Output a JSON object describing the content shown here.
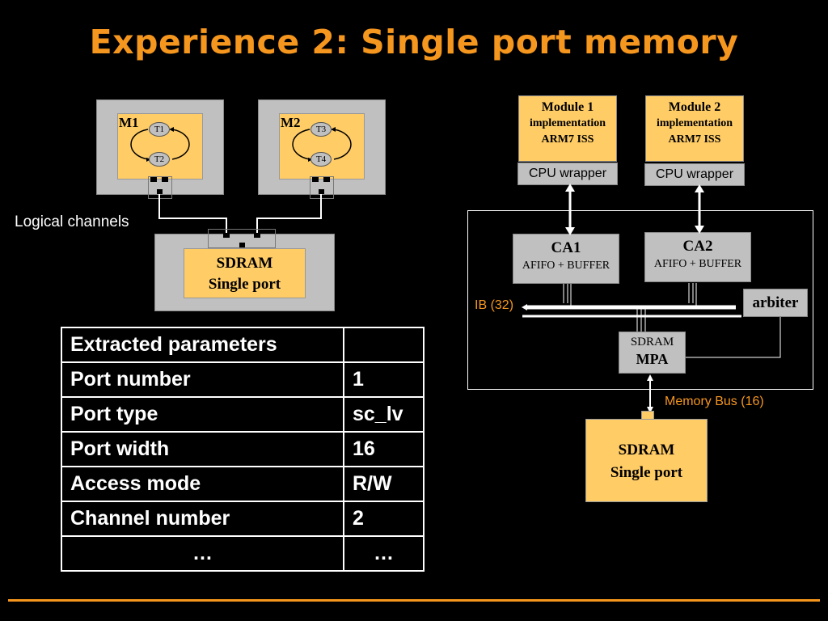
{
  "title": "Experience 2: Single port memory",
  "left_diagram": {
    "m1_label": "M1",
    "m2_label": "M2",
    "tasks": [
      "T1",
      "T2",
      "T3",
      "T4"
    ],
    "channels_label": "Logical channels",
    "sdram": {
      "line1": "SDRAM",
      "line2": "Single port"
    }
  },
  "right_diagram": {
    "module1": {
      "line1": "Module 1",
      "line2": "implementation",
      "line3": "ARM7 ISS"
    },
    "module2": {
      "line1": "Module 2",
      "line2": "implementation",
      "line3": "ARM7 ISS"
    },
    "cpu_wrapper": "CPU wrapper",
    "ca1": {
      "name": "CA1",
      "sub": "AFIFO + BUFFER"
    },
    "ca2": {
      "name": "CA2",
      "sub": "AFIFO + BUFFER"
    },
    "arbiter": "arbiter",
    "ib_label": "IB (32)",
    "mpa": {
      "line1": "SDRAM",
      "line2": "MPA"
    },
    "memory_bus_label": "Memory Bus (16)",
    "sdram": {
      "line1": "SDRAM",
      "line2": "Single port"
    },
    "colors": {
      "annotation": "#f5961e",
      "box_tan": "#ffcc66",
      "box_gray": "#c0c0c0"
    }
  },
  "table": {
    "rows": [
      [
        "Extracted parameters",
        ""
      ],
      [
        "Port number",
        "1"
      ],
      [
        "Port type",
        "sc_lv"
      ],
      [
        "Port width",
        "16"
      ],
      [
        "Access mode",
        "R/W"
      ],
      [
        "Channel number",
        "2"
      ],
      [
        "…",
        "…"
      ]
    ]
  }
}
